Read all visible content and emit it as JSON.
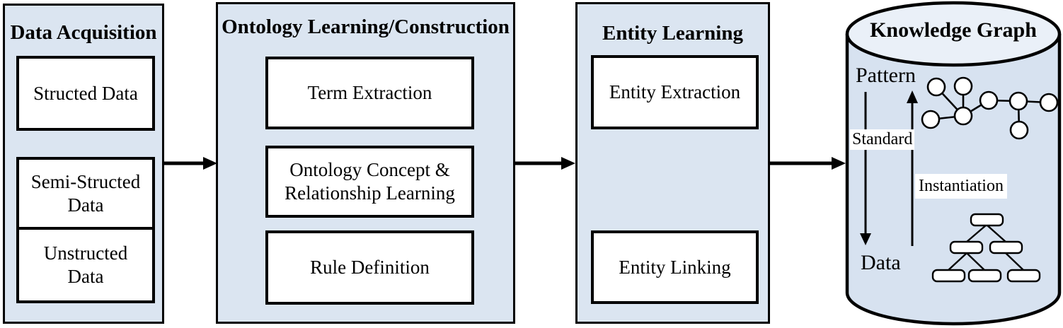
{
  "panels": [
    {
      "title": "Data Acquisition",
      "boxes": [
        {
          "label": "Structed Data"
        },
        {
          "label": "Semi-Structed Data"
        },
        {
          "label": "Unstructed Data"
        }
      ]
    },
    {
      "title": "Ontology Learning/Construction",
      "boxes": [
        {
          "label": "Term Extraction"
        },
        {
          "label": "Ontology Concept & Relationship Learning"
        },
        {
          "label": "Rule Definition"
        }
      ]
    },
    {
      "title": "Entity Learning",
      "boxes": [
        {
          "label": "Entity Extraction"
        },
        {
          "label": "Entity Linking"
        }
      ]
    }
  ],
  "knowledge_graph": {
    "title": "Knowledge Graph",
    "pattern_label": "Pattern",
    "data_label": "Data",
    "standard_label": "Standard",
    "instantiation_label": "Instantiation",
    "illustrations": [
      "network-graph",
      "tree-hierarchy"
    ]
  },
  "colors": {
    "panel_bg": "#dbe5f1",
    "cylinder_body_bg": "#d7e2f0",
    "cylinder_top_bg": "#eaf0f8",
    "box_bg": "#ffffff",
    "border": "#000000"
  }
}
